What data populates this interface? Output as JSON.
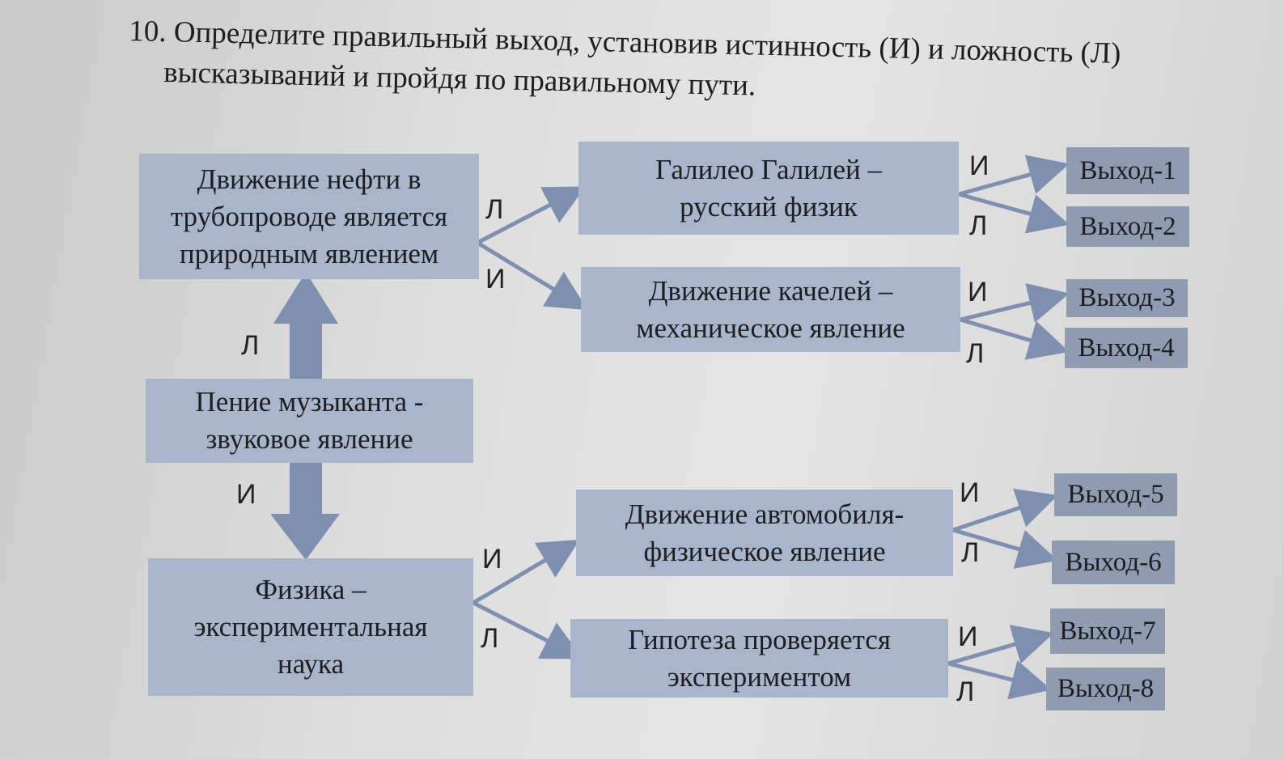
{
  "task": {
    "line1": "10. Определите правильный выход, установив истинность (И) и ложность (Л)",
    "line2": "высказываний и пройдя по правильному пути."
  },
  "statements": {
    "oil": "Движение нефти в трубопроводе является природным явлением",
    "singing": "Пение музыканта - звуковое явление",
    "physics": "Физика – экспериментальная наука",
    "galileo": "Галилео Галилей – русский физик",
    "swings": "Движение качелей – механическое явление",
    "car": "Движение автомобиля-физическое явление",
    "hypothesis": "Гипотеза проверяется экспериментом"
  },
  "exits": [
    "Выход-1",
    "Выход-2",
    "Выход-3",
    "Выход-4",
    "Выход-5",
    "Выход-6",
    "Выход-7",
    "Выход-8"
  ],
  "labels": {
    "true": "И",
    "false": "Л"
  },
  "colors": {
    "box": "#a9b5cb",
    "exit": "#8f9bb0",
    "arrow": "#7f8fb0"
  }
}
